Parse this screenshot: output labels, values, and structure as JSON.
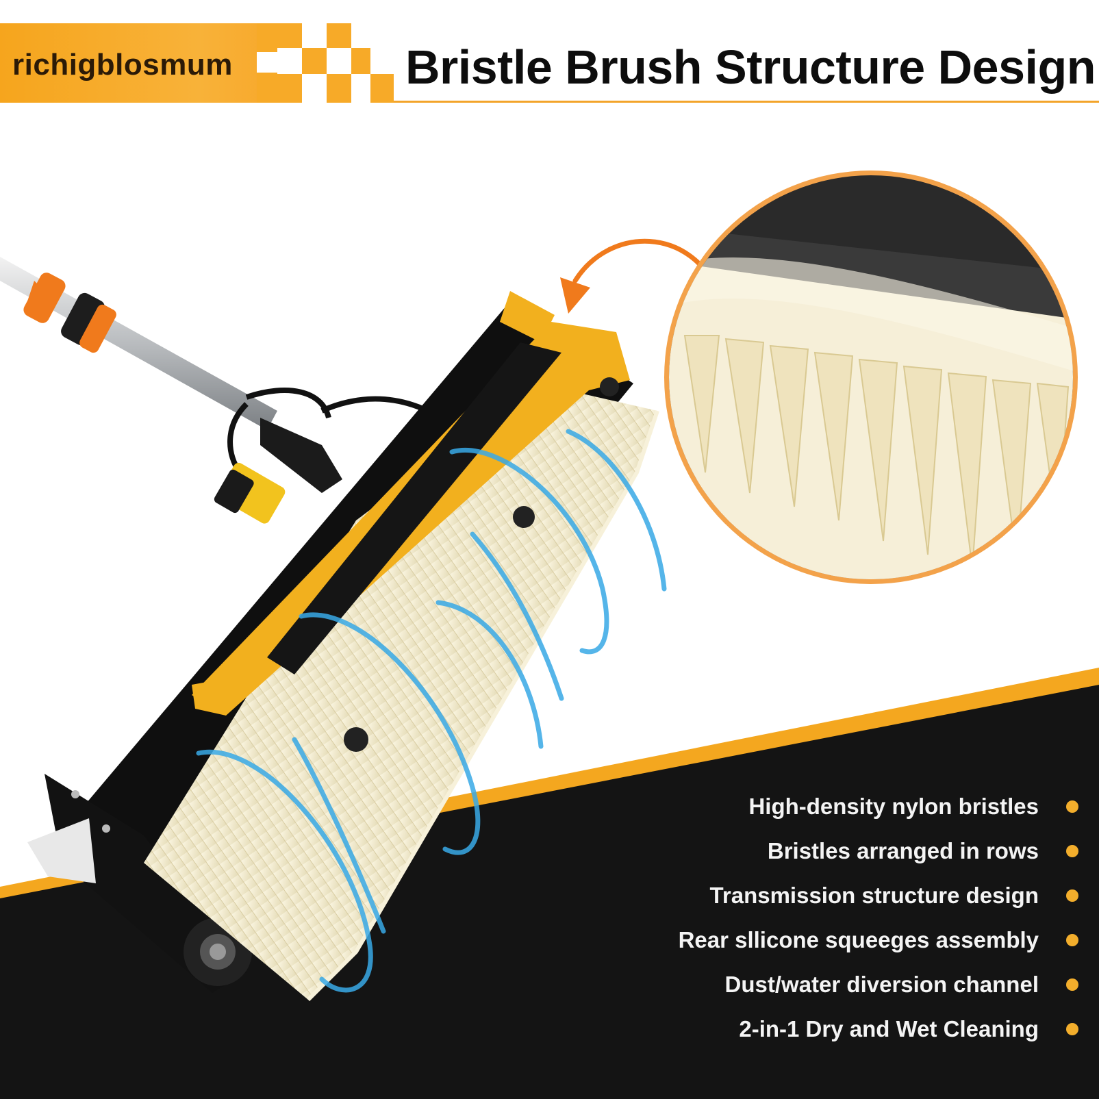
{
  "header": {
    "brand": "richigblosmum",
    "title": "Bristle Brush Structure Design"
  },
  "colors": {
    "accent_orange": "#f6a51d",
    "dark_panel": "#141414",
    "frame_yellow": "#f2b01e",
    "bristle": "#f3ecd2",
    "motion_blue": "#38a9e6",
    "arrow_orange": "#f07a1c"
  },
  "icons": {
    "bullet": "orange-dot-icon",
    "callout_arrow": "curved-arrow-icon"
  },
  "features": [
    "High-density nylon bristles",
    "Bristles arranged in rows",
    "Transmission structure design",
    "Rear sllicone squeeges assembly",
    "Dust/water diversion channel",
    "2-in-1 Dry and Wet Cleaning"
  ]
}
